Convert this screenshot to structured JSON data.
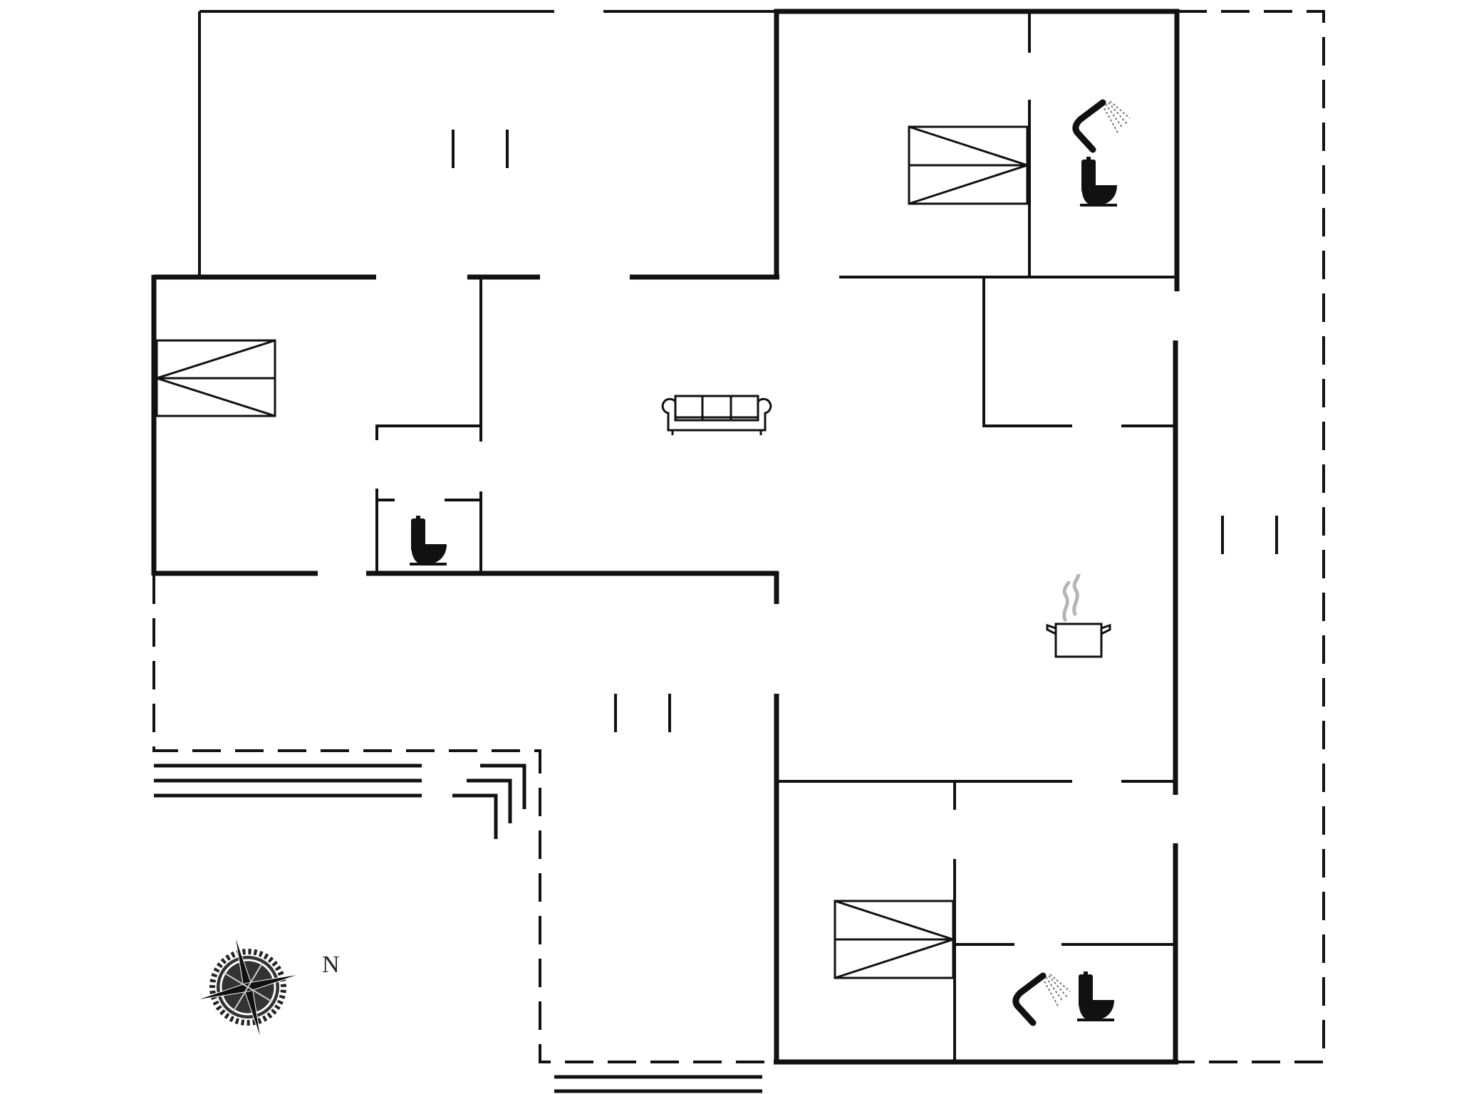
{
  "diagram": {
    "type": "floor-plan",
    "colors": {
      "wall": "#111111",
      "background": "#ffffff",
      "steam": "#b5b5b5"
    },
    "compass": {
      "label": "N"
    },
    "rooms": [
      {
        "id": "terrace-top",
        "kind": "terrace / covered area"
      },
      {
        "id": "bedroom-left",
        "kind": "bedroom",
        "furniture": [
          "bed"
        ]
      },
      {
        "id": "wc-left",
        "kind": "toilet",
        "fixtures": [
          "toilet"
        ]
      },
      {
        "id": "living",
        "kind": "living room",
        "furniture": [
          "sofa"
        ]
      },
      {
        "id": "kitchen",
        "kind": "kitchen",
        "fixtures": [
          "cooking-pot"
        ]
      },
      {
        "id": "bedroom-top-right",
        "kind": "bedroom",
        "furniture": [
          "bed"
        ]
      },
      {
        "id": "bathroom-top-right",
        "kind": "bathroom",
        "fixtures": [
          "shower",
          "toilet"
        ]
      },
      {
        "id": "utility-right",
        "kind": "utility room"
      },
      {
        "id": "bedroom-bottom-right",
        "kind": "bedroom",
        "furniture": [
          "bed"
        ]
      },
      {
        "id": "bathroom-bottom-right",
        "kind": "bathroom",
        "fixtures": [
          "shower",
          "toilet"
        ]
      },
      {
        "id": "terrace-left",
        "kind": "terrace (dashed)"
      },
      {
        "id": "terrace-right",
        "kind": "terrace (dashed)"
      }
    ],
    "icons": [
      "bed-icon",
      "sofa-icon",
      "toilet-icon",
      "shower-icon",
      "cooking-pot-icon",
      "compass-rose-icon",
      "steps-icon",
      "window-icon"
    ]
  }
}
